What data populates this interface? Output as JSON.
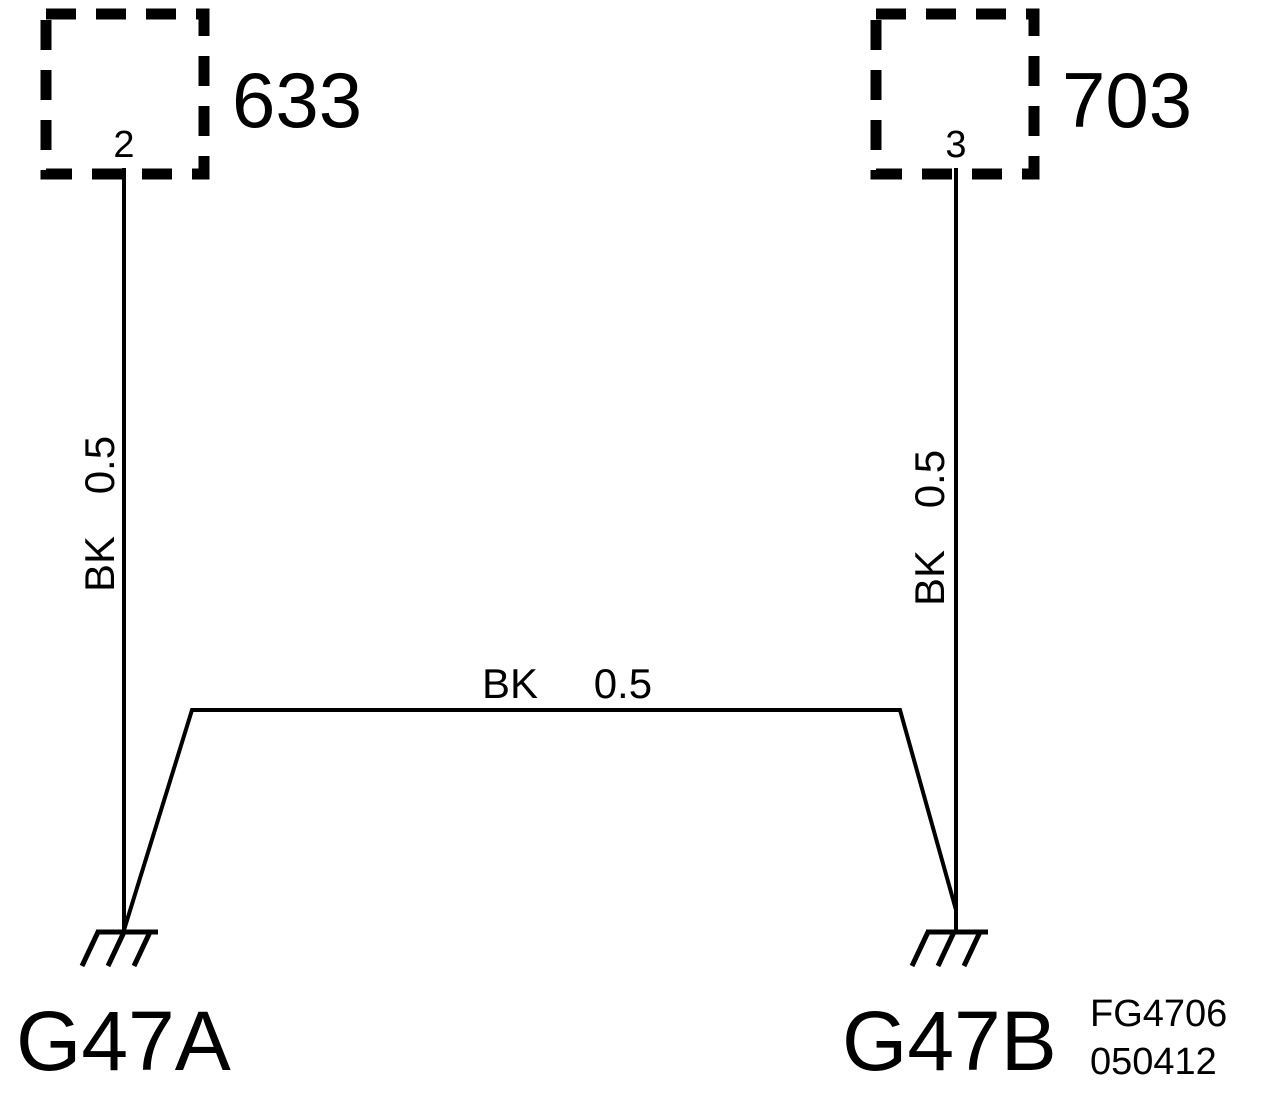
{
  "connectors": [
    {
      "id": "633",
      "pin": "2"
    },
    {
      "id": "703",
      "pin": "3"
    }
  ],
  "wires": {
    "left": {
      "color": "BK",
      "size": "0.5"
    },
    "right": {
      "color": "BK",
      "size": "0.5"
    },
    "bridge": {
      "color": "BK",
      "size": "0.5"
    }
  },
  "grounds": [
    "G47A",
    "G47B"
  ],
  "figure_ref": {
    "code": "FG4706",
    "date": "050412"
  }
}
